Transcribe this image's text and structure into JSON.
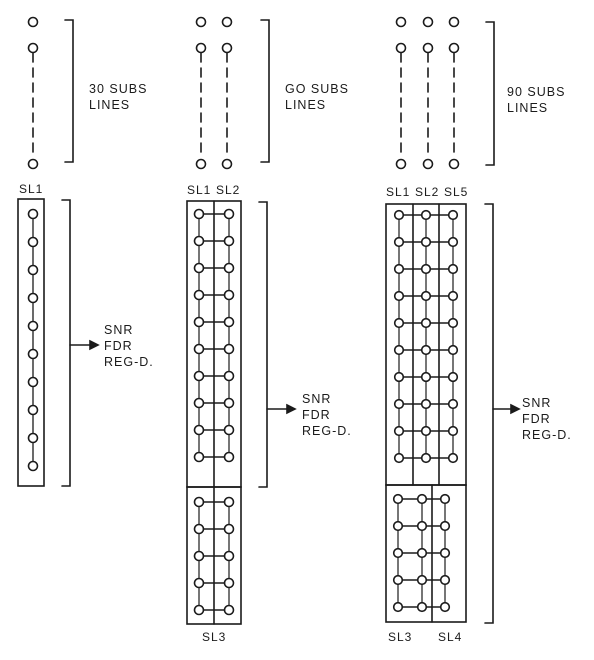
{
  "panels": [
    {
      "id": "p30",
      "capacity_label": [
        "30 SUBS",
        "LINES"
      ],
      "top_columns": 1,
      "top_column_labels": [
        "SL1"
      ],
      "upper_frame_rows": 10,
      "feeder_label": [
        "SNR",
        "FDR",
        "REG-D."
      ],
      "lower_frame_rows": 0,
      "bottom_labels": []
    },
    {
      "id": "p60",
      "capacity_label": [
        "GO SUBS",
        "LINES"
      ],
      "top_columns": 2,
      "top_column_labels": [
        "SL1",
        "SL2"
      ],
      "upper_frame_rows": 10,
      "feeder_label": [
        "SNR",
        "FDR",
        "REG-D."
      ],
      "lower_frame_rows": 5,
      "bottom_labels": [
        "SL3"
      ]
    },
    {
      "id": "p90",
      "capacity_label": [
        "90 SUBS",
        "LINES"
      ],
      "top_columns": 3,
      "top_column_labels": [
        "SL1",
        "SL2",
        "SL5"
      ],
      "upper_frame_rows": 10,
      "feeder_label": [
        "SNR",
        "FDR",
        "REG-D."
      ],
      "lower_frame_rows": 5,
      "bottom_labels": [
        "SL3",
        "SL4"
      ]
    }
  ],
  "colors": {
    "ink": "#1b1b1b",
    "paper": "#ffffff"
  }
}
